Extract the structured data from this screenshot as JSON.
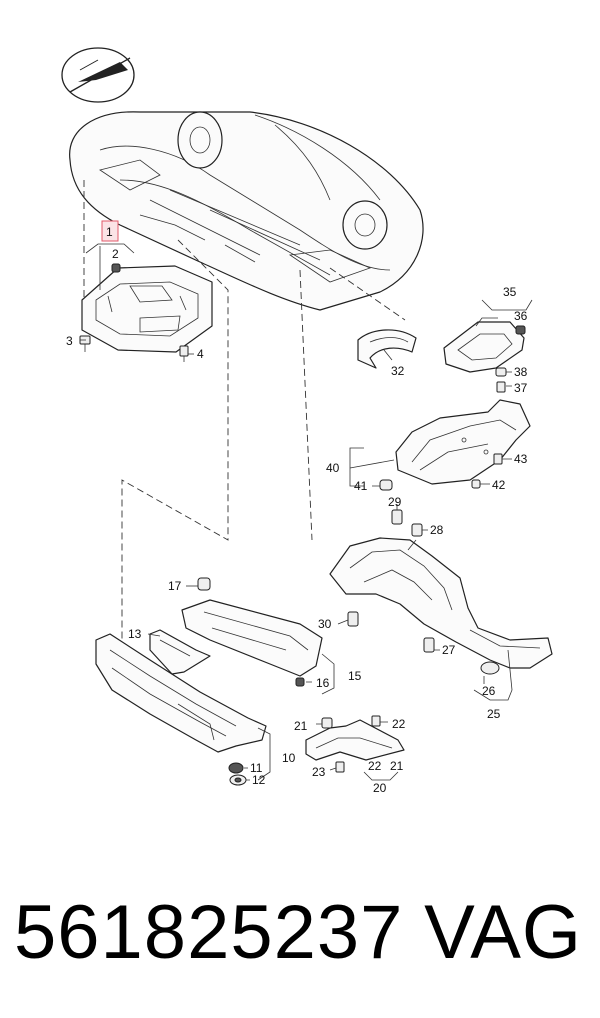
{
  "diagram": {
    "callouts": {
      "c1": "1",
      "c2": "2",
      "c3": "3",
      "c4": "4",
      "c10": "10",
      "c11": "11",
      "c12": "12",
      "c13": "13",
      "c15": "15",
      "c16": "16",
      "c17": "17",
      "c20": "20",
      "c21a": "21",
      "c21b": "21",
      "c22a": "22",
      "c22b": "22",
      "c23": "23",
      "c25": "25",
      "c26": "26",
      "c27": "27",
      "c28": "28",
      "c29": "29",
      "c30": "30",
      "c32": "32",
      "c35": "35",
      "c36": "36",
      "c37": "37",
      "c38": "38",
      "c40": "40",
      "c41": "41",
      "c42": "42",
      "c43": "43"
    },
    "highlighted_callout": "1",
    "highlight_color": "#e05a6a"
  },
  "footer": {
    "part_number": "561825237",
    "brand": "VAG"
  }
}
